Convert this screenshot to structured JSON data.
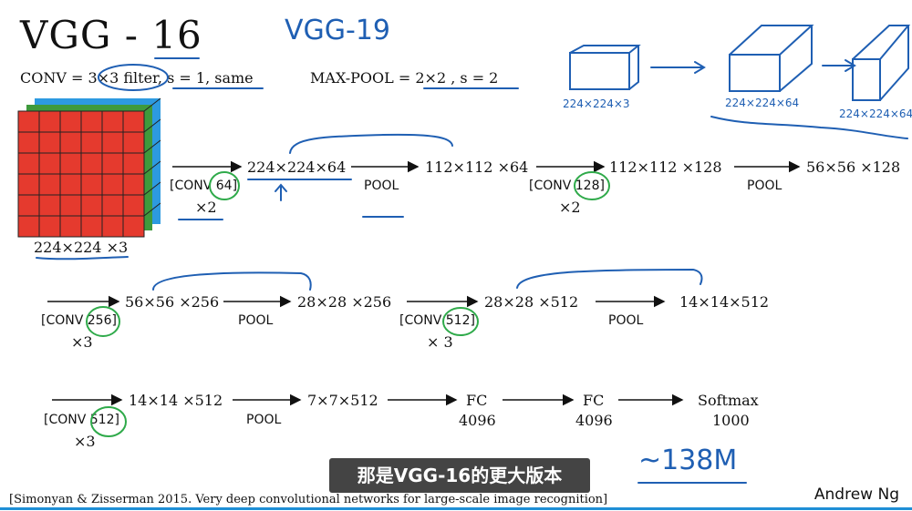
{
  "title": "VGG - 16",
  "handwritten_title": "VGG-19",
  "conv_def": "CONV = 3×3 filter, s = 1, same",
  "pool_def": "MAX-POOL = 2×2 , s = 2",
  "input_label": "224×224 ×3",
  "row1": {
    "conv_a": "[CONV 64]",
    "mult_a": "×2",
    "dim_a": "224×224×64",
    "pool_a": "POOL",
    "dim_b": "112×112 ×64",
    "conv_b": "[CONV 128]",
    "mult_b": "×2",
    "dim_c": "112×112 ×128",
    "pool_b": "POOL",
    "dim_d": "56×56 ×128"
  },
  "row2": {
    "conv_a": "[CONV 256]",
    "mult_a": "×3",
    "dim_a": "56×56 ×256",
    "pool_a": "POOL",
    "dim_b": "28×28 ×256",
    "conv_b": "[CONV 512]",
    "mult_b": "× 3",
    "dim_c": "28×28 ×512",
    "pool_b": "POOL",
    "dim_d": "14×14×512"
  },
  "row3": {
    "conv_a": "[CONV 512]",
    "mult_a": "×3",
    "dim_a": "14×14 ×512",
    "pool_a": "POOL",
    "dim_b": "7×7×512",
    "fc1": "FC",
    "fc1_units": "4096",
    "fc2": "FC",
    "fc2_units": "4096",
    "softmax": "Softmax",
    "softmax_units": "1000"
  },
  "handwritten_params": "~138M",
  "sketch_labels": [
    "224×224×3",
    "224×224×64",
    "224×224×64"
  ],
  "subtitle": "那是VGG-16的更大版本",
  "citation": "[Simonyan & Zisserman 2015. Very deep convolutional networks for large-scale image recognition]",
  "author": "Andrew Ng",
  "colors": {
    "red": "#e53a2e",
    "green": "#3f9a3c",
    "blue": "#2d9ae0",
    "ink": "#1f5fb3",
    "circle": "#2faa4a"
  }
}
